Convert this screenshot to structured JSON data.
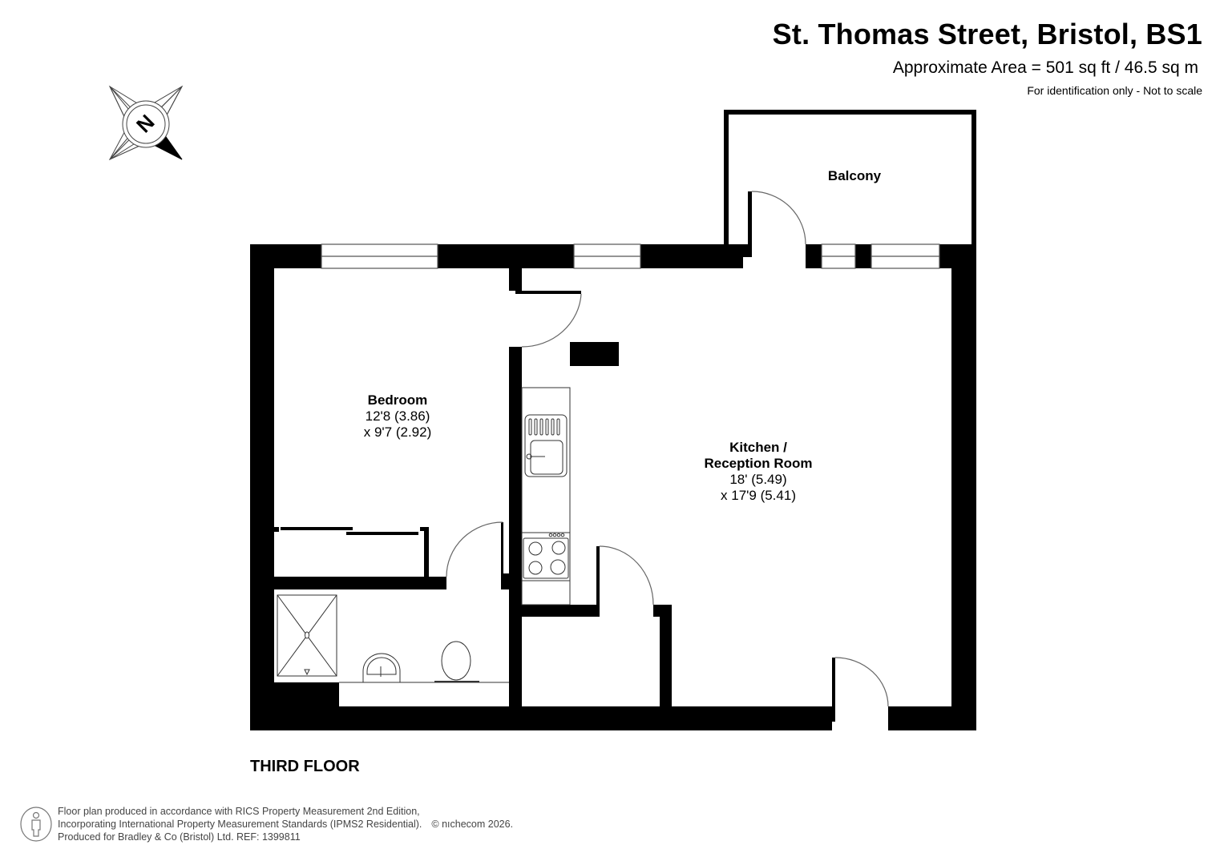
{
  "header": {
    "title": "St. Thomas Street, Bristol, BS1",
    "area": "Approximate Area = 501 sq ft / 46.5 sq m",
    "disclaimer": "For identification only - Not to scale"
  },
  "compass": {
    "icon": "north-compass-icon",
    "letter": "N"
  },
  "rooms": [
    {
      "name": "Bedroom",
      "dim1": "12'8 (3.86)",
      "dim2": "x 9'7 (2.92)"
    },
    {
      "name": "Kitchen /",
      "name2": "Reception Room",
      "dim1": "18' (5.49)",
      "dim2": "x 17'9 (5.41)"
    },
    {
      "name": "Balcony"
    }
  ],
  "floor_label": "THIRD FLOOR",
  "footer": {
    "icon": "person-icon",
    "line1": "Floor plan produced in accordance with RICS Property Measurement 2nd Edition,",
    "line2": "Incorporating International Property Measurement Standards (IPMS2 Residential).",
    "copyright": "© nıchecom 2026.",
    "line3": "Produced for Bradley & Co (Bristol) Ltd.   REF:  1399811"
  },
  "colors": {
    "wall": "#000000",
    "background": "#ffffff",
    "line": "#555555",
    "footer_text": "#444444"
  }
}
